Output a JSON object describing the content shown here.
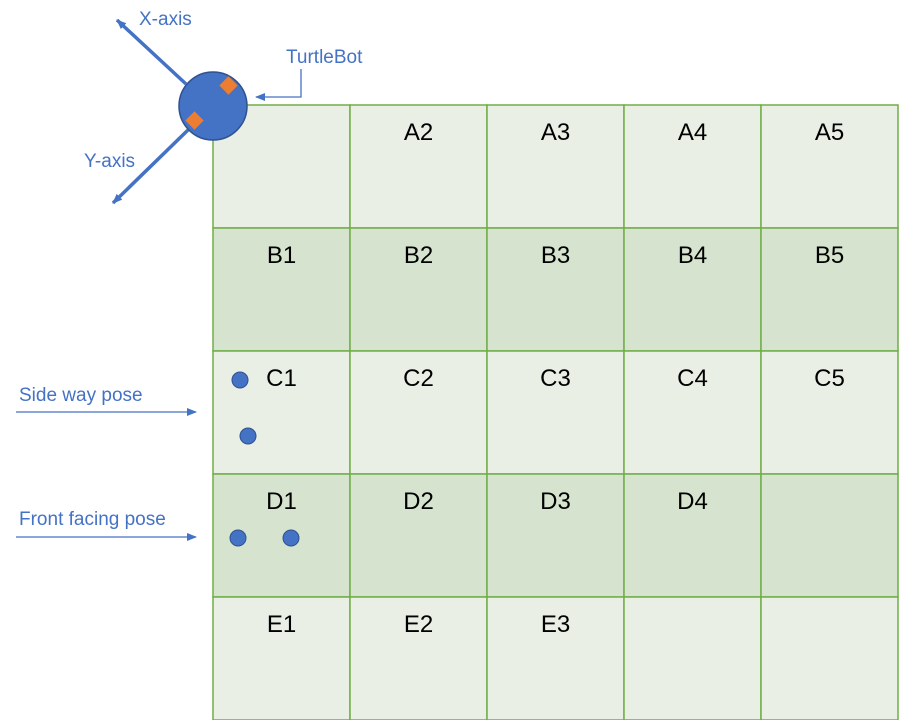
{
  "axes": {
    "x_label": "X-axis",
    "y_label": "Y-axis"
  },
  "robot": {
    "label": "TurtleBot"
  },
  "annotations": {
    "side_pose_label": "Side way pose",
    "front_pose_label": "Front facing pose"
  },
  "grid": {
    "rows": [
      {
        "id": "A",
        "cells": [
          "",
          "A2",
          "A3",
          "A4",
          "A5"
        ]
      },
      {
        "id": "B",
        "cells": [
          "B1",
          "B2",
          "B3",
          "B4",
          "B5"
        ]
      },
      {
        "id": "C",
        "cells": [
          "C1",
          "C2",
          "C3",
          "C4",
          "C5"
        ]
      },
      {
        "id": "D",
        "cells": [
          "D1",
          "D2",
          "D3",
          "D4",
          ""
        ]
      },
      {
        "id": "E",
        "cells": [
          "E1",
          "E2",
          "E3",
          "",
          ""
        ]
      }
    ]
  },
  "colors": {
    "accent": "#4472c4",
    "robot_body": "#4472c4",
    "robot_marker": "#ed7d31",
    "grid_line": "#70ad47",
    "cell_light": "#e9efe5",
    "cell_dark": "#d6e4cf",
    "text": "#000000"
  }
}
